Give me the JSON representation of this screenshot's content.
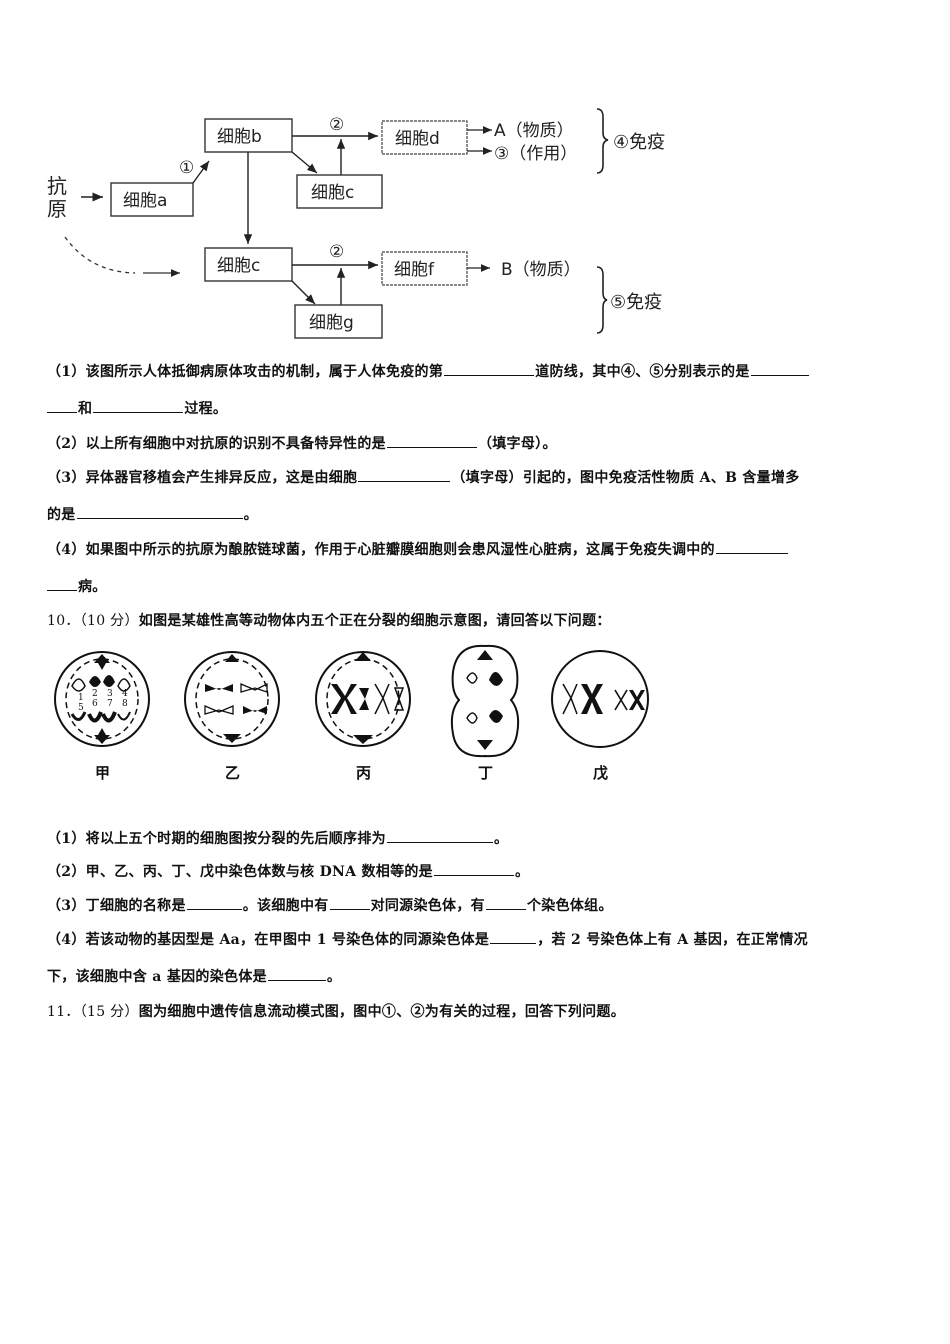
{
  "diagram_immune": {
    "antigen_label": [
      "抗",
      "原"
    ],
    "cells": {
      "a": "细胞a",
      "b": "细胞b",
      "c_top": "细胞c",
      "d": "细胞d",
      "e": "细胞c",
      "f": "细胞f",
      "g": "细胞g"
    },
    "step_1": "①",
    "step_2_top": "②",
    "step_2_bottom": "②",
    "output_A": "A（物质）",
    "output_3": "③（作用）",
    "output_B": "B（物质）",
    "immunity_4": "④免疫",
    "immunity_5": "⑤免疫"
  },
  "q9": {
    "p1_line1_a": "（1）该图所示人体抵御病原体攻击的机制，属于人体免疫的第",
    "p1_line1_b": "道防线，其中④、⑤分别表示的是",
    "p1_line2_a": "和",
    "p1_line2_b": "过程。",
    "p2_a": "（2）以上所有细胞中对抗原的识别不具备特异性的是",
    "p2_b": "（填字母）。",
    "p3_line1_a": "（3）异体器官移植会产生排异反应，这是由细胞",
    "p3_line1_b": "（填字母）引起的，图中免疫活性物质 A、B 含量增多",
    "p3_line2_a": "的是",
    "p3_line2_b": "。",
    "p4_line1_a": "（4）如果图中所示的抗原为酿脓链球菌，作用于心脏瓣膜细胞则会患风湿性心脏病，这属于免疫失调中的",
    "p4_line2_b": "病。"
  },
  "q10": {
    "number": "10．",
    "score": "（10 分）",
    "stem": "如图是某雄性高等动物体内五个正在分裂的细胞示意图，请回答以下问题：",
    "cell_labels": [
      "甲",
      "乙",
      "丙",
      "丁",
      "戊"
    ],
    "chromosome_numbers": [
      "1",
      "2",
      "3",
      "4",
      "5",
      "6",
      "7",
      "8"
    ],
    "p1_a": "（1）将以上五个时期的细胞图按分裂的先后顺序排为",
    "p1_b": "。",
    "p2_a": "（2）甲、乙、丙、丁、戊中染色体数与核 DNA 数相等的是",
    "p2_b": "。",
    "p3_a": "（3）丁细胞的名称是",
    "p3_b": "。该细胞中有",
    "p3_c": "对同源染色体，有",
    "p3_d": "个染色体组。",
    "p4_line1_a": "（4）若该动物的基因型是 Aa，在甲图中 1 号染色体的同源染色体是",
    "p4_line1_b": "，若 2 号染色体上有 A 基因，在正常情况",
    "p4_line2_a": "下，该细胞中含 a 基因的染色体是",
    "p4_line2_b": "。"
  },
  "q11": {
    "number": "11．",
    "score": "（15 分）",
    "stem": "图为细胞中遗传信息流动模式图，图中①、②为有关的过程，回答下列问题。"
  }
}
